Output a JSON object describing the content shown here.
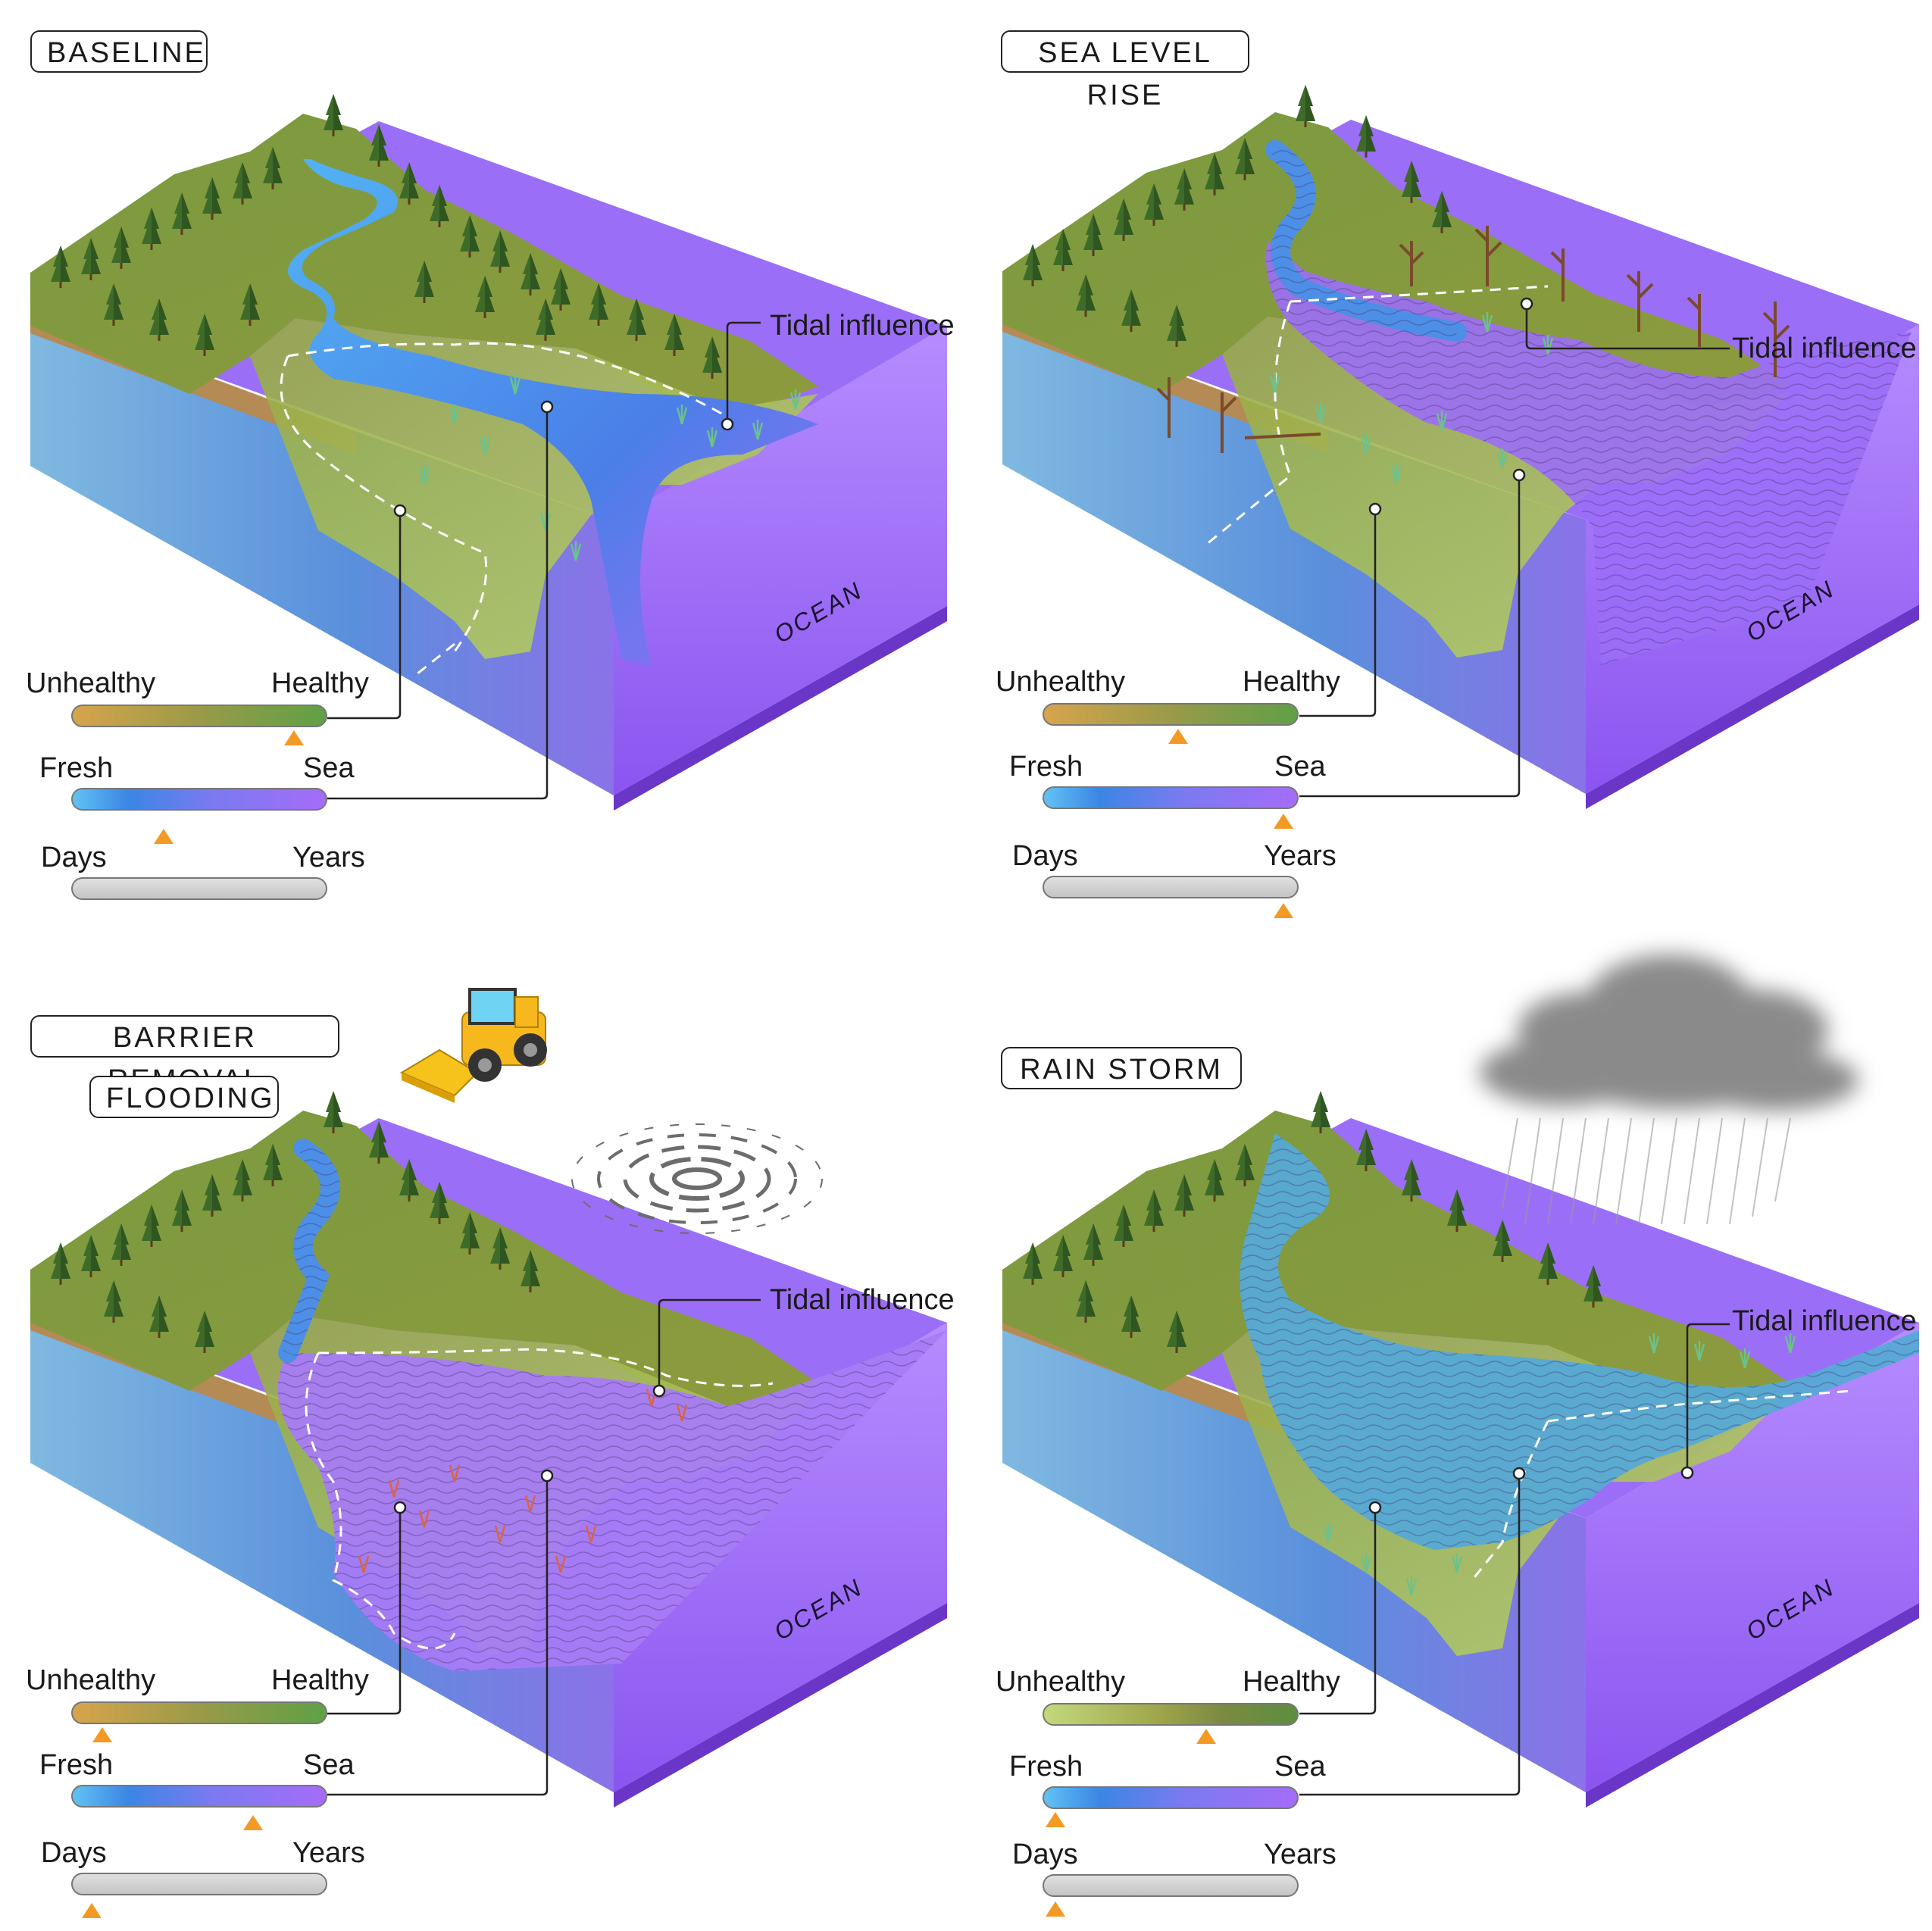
{
  "panels": [
    {
      "title": "BASELINE",
      "tidal_label": "Tidal influence",
      "ocean_label": "OCEAN",
      "scales": {
        "health": {
          "left": "Unhealthy",
          "right": "Healthy",
          "marker": 0.87
        },
        "salinity": {
          "left": "Fresh",
          "right": "Sea",
          "marker": 0.36
        },
        "timescale": {
          "left": "Days",
          "right": "Years",
          "marker": null
        }
      }
    },
    {
      "title": "SEA LEVEL RISE",
      "tidal_label": "Tidal influence",
      "ocean_label": "OCEAN",
      "scales": {
        "health": {
          "left": "Unhealthy",
          "right": "Healthy",
          "marker": 0.53
        },
        "salinity": {
          "left": "Fresh",
          "right": "Sea",
          "marker": 0.94
        },
        "timescale": {
          "left": "Days",
          "right": "Years",
          "marker": 0.94
        }
      }
    },
    {
      "title": "BARRIER REMOVAL",
      "subtitle": "FLOODING",
      "tidal_label": "Tidal influence",
      "ocean_label": "OCEAN",
      "scales": {
        "health": {
          "left": "Unhealthy",
          "right": "Healthy",
          "marker": 0.12
        },
        "salinity": {
          "left": "Fresh",
          "right": "Sea",
          "marker": 0.71
        },
        "timescale": {
          "left": "Days",
          "right": "Years",
          "marker": 0.08
        }
      }
    },
    {
      "title": "RAIN STORM",
      "tidal_label": "Tidal influence",
      "ocean_label": "OCEAN",
      "scales": {
        "health": {
          "left": "Unhealthy",
          "right": "Healthy",
          "marker": 0.64
        },
        "salinity": {
          "left": "Fresh",
          "right": "Sea",
          "marker": 0.05
        },
        "timescale": {
          "left": "Days",
          "right": "Years",
          "marker": 0.05
        }
      }
    }
  ],
  "colors": {
    "forest": "#6f8f3c",
    "marsh": "#a9c85a",
    "freshwater": "#3e8fe6",
    "seawater": "#9b6ef7",
    "soil": "#b48a55",
    "marker": "#f39a24"
  }
}
